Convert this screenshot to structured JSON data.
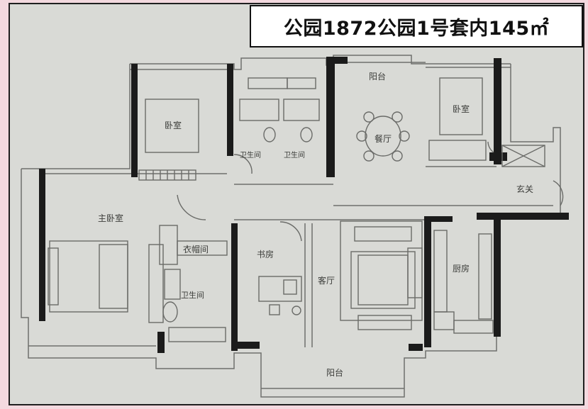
{
  "title": "公园1872公园1号套内145㎡",
  "rooms": {
    "bedroom_top_left": "卧室",
    "bath_1": "卫生间",
    "bath_2": "卫生间",
    "balcony_top": "阳台",
    "dining": "餐厅",
    "bedroom_top_right": "卧室",
    "entrance": "玄关",
    "master_bedroom": "主卧室",
    "closet": "衣帽间",
    "bath_master": "卫生间",
    "study": "书房",
    "living": "客厅",
    "kitchen": "厨房",
    "balcony_bottom": "阳台"
  },
  "colors": {
    "background": "#f3d9df",
    "paper": "#d9dad6",
    "wall": "#1b1b1b",
    "line": "#6f706d"
  }
}
